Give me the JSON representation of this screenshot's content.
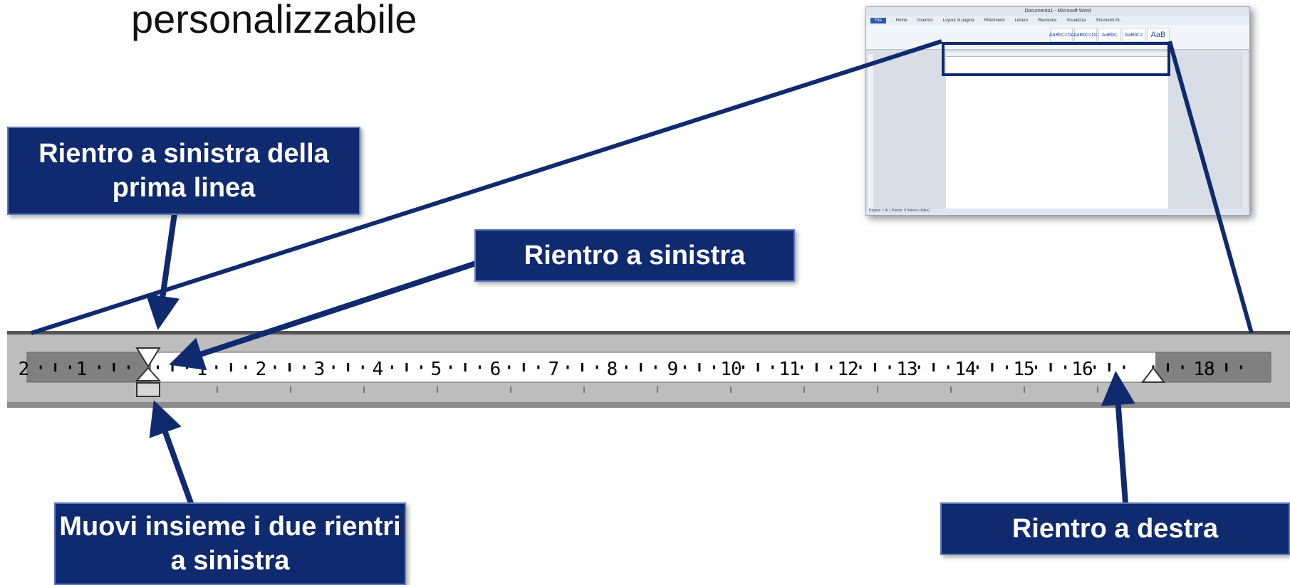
{
  "title": "personalizzabile",
  "callouts": {
    "first_line_indent": "Rientro a sinistra della prima linea",
    "left_indent": "Rientro a sinistra",
    "move_both": "Muovi insieme i due rientri a sinistra",
    "right_indent": "Rientro a destra"
  },
  "ruler": {
    "numbers": [
      "2",
      "1",
      "1",
      "2",
      "3",
      "4",
      "5",
      "6",
      "7",
      "8",
      "9",
      "10",
      "11",
      "12",
      "13",
      "14",
      "15",
      "16",
      "18"
    ],
    "colors": {
      "margin": "#808080",
      "text_area": "#ffffff",
      "frame": "#bdbdbd",
      "border": "#444444"
    }
  },
  "mini_word": {
    "window_title": "Documento1 - Microsoft Word",
    "tabs": [
      "File",
      "Home",
      "Inserisci",
      "Layout di pagina",
      "Riferimenti",
      "Lettere",
      "Revisione",
      "Visualizza",
      "Strumenti PL"
    ],
    "styles": [
      "AaBbCcDc",
      "AaBbCcDc",
      "AaBbC",
      "AaBbCc",
      "AaB"
    ],
    "status": "Pagina: 1 di 1    Parole: 0    Italiano (Italia)"
  },
  "colors": {
    "callout_bg": "#0f2a6e",
    "callout_text": "#ffffff",
    "arrow": "#0f2a6e"
  }
}
